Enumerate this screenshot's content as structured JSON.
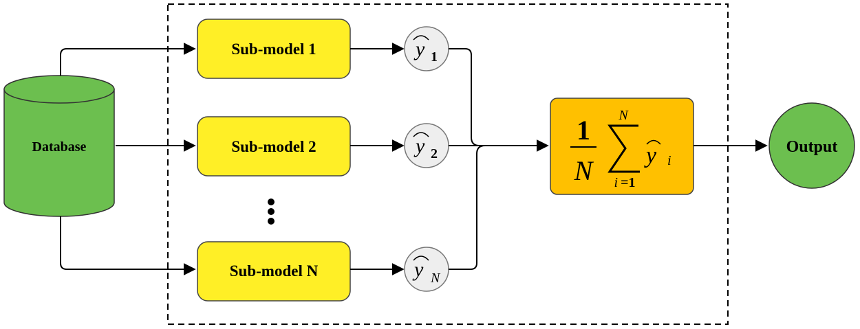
{
  "database": {
    "label": "Database",
    "color": "#6cbf4f"
  },
  "submodels": [
    {
      "label": "Sub-model 1",
      "pred_var": "y",
      "pred_sub": "1"
    },
    {
      "label": "Sub-model 2",
      "pred_var": "y",
      "pred_sub": "2"
    },
    {
      "label": "Sub-model N",
      "pred_var": "y",
      "pred_sub": "N"
    }
  ],
  "submodel_color": "#ffef26",
  "aggregator": {
    "frac_num": "1",
    "frac_den": "N",
    "sum_upper": "N",
    "sum_lower_var": "i",
    "sum_lower_eq": "=",
    "sum_lower_val": "1",
    "term_var": "y",
    "term_sub": "i",
    "color": "#ffc000"
  },
  "output": {
    "label": "Output",
    "color": "#6cbf4f"
  }
}
